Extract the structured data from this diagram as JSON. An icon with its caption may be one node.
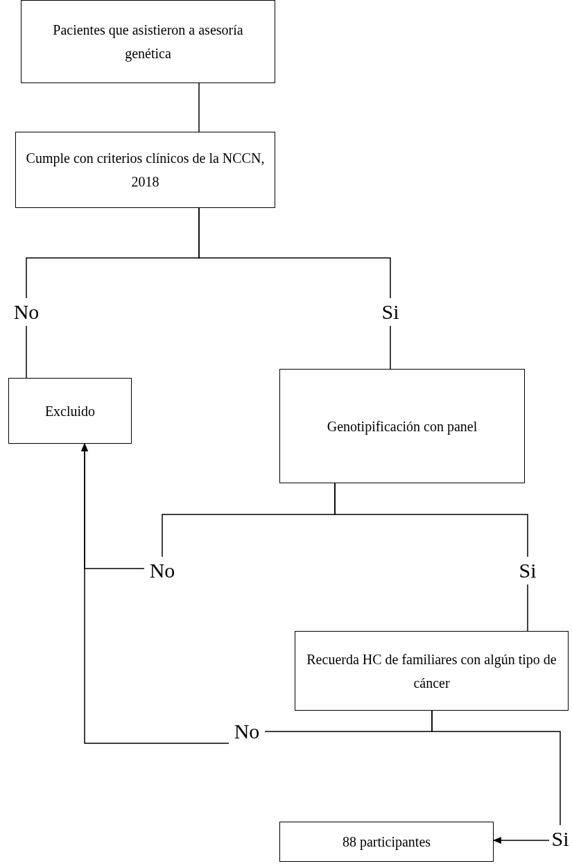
{
  "diagram": {
    "nodes": [
      {
        "text": [
          "Pacientes que asistieron a asesoría genética"
        ]
      },
      {
        "text": [
          "Cumple con criterios clínicos de la NCCN, 2018"
        ]
      },
      {
        "text": [
          "No"
        ]
      },
      {
        "text": [
          "Si"
        ]
      },
      {
        "text": [
          "Excluido"
        ]
      },
      {
        "text": [
          "Genotipificación con panel"
        ]
      },
      {
        "text": [
          "No"
        ]
      },
      {
        "text": [
          "Si"
        ]
      },
      {
        "text": [
          "Recuerda HC de familiares con algún tipo de cáncer"
        ]
      },
      {
        "text": [
          "No"
        ]
      },
      {
        "text": [
          "Si"
        ]
      },
      {
        "text": [
          "88 participantes"
        ]
      }
    ],
    "edges": [
      {
        "from": 0,
        "to": 1,
        "arrow": "none"
      },
      {
        "from": 1,
        "to": 2,
        "arrow": "none"
      },
      {
        "from": 1,
        "to": 3,
        "arrow": "none"
      },
      {
        "from": 2,
        "to": 4,
        "arrow": "none"
      },
      {
        "from": 3,
        "to": 5,
        "arrow": "none"
      },
      {
        "from": 5,
        "to": 6,
        "arrow": "none"
      },
      {
        "from": 5,
        "to": 7,
        "arrow": "none"
      },
      {
        "from": 6,
        "to": 4,
        "arrow": "to"
      },
      {
        "from": 7,
        "to": 8,
        "arrow": "none"
      },
      {
        "from": 8,
        "to": 9,
        "arrow": "none"
      },
      {
        "from": 8,
        "to": 10,
        "arrow": "none"
      },
      {
        "from": 9,
        "to": 4,
        "arrow": "to"
      },
      {
        "from": 10,
        "to": 11,
        "arrow": "to"
      }
    ]
  }
}
